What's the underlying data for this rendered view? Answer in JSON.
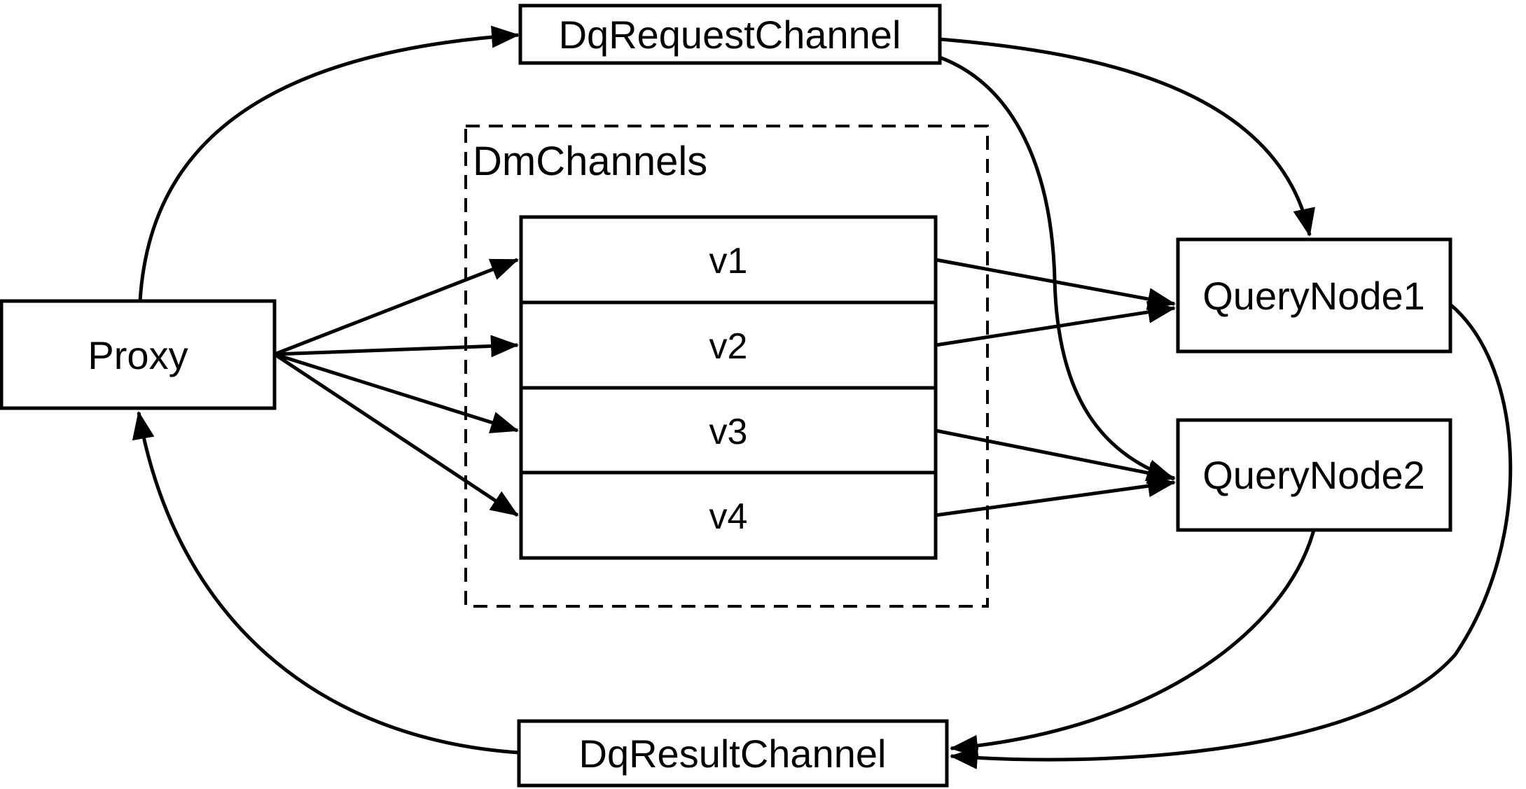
{
  "diagram": {
    "background_color": "#ffffff",
    "stroke_color": "#000000",
    "nodes": {
      "proxy": {
        "label": "Proxy"
      },
      "dq_request_channel": {
        "label": "DqRequestChannel"
      },
      "dm_channels_group": {
        "label": "DmChannels"
      },
      "channels": [
        {
          "label": "v1"
        },
        {
          "label": "v2"
        },
        {
          "label": "v3"
        },
        {
          "label": "v4"
        }
      ],
      "query_node_1": {
        "label": "QueryNode1"
      },
      "query_node_2": {
        "label": "QueryNode2"
      },
      "dq_result_channel": {
        "label": "DqResultChannel"
      }
    },
    "edges": [
      {
        "from": "Proxy",
        "to": "DqRequestChannel"
      },
      {
        "from": "DqRequestChannel",
        "to": "QueryNode1"
      },
      {
        "from": "DqRequestChannel",
        "to": "QueryNode2"
      },
      {
        "from": "Proxy",
        "to": "v1"
      },
      {
        "from": "Proxy",
        "to": "v2"
      },
      {
        "from": "Proxy",
        "to": "v3"
      },
      {
        "from": "Proxy",
        "to": "v4"
      },
      {
        "from": "v1",
        "to": "QueryNode1"
      },
      {
        "from": "v2",
        "to": "QueryNode1"
      },
      {
        "from": "v3",
        "to": "QueryNode2"
      },
      {
        "from": "v4",
        "to": "QueryNode2"
      },
      {
        "from": "QueryNode1",
        "to": "DqResultChannel"
      },
      {
        "from": "QueryNode2",
        "to": "DqResultChannel"
      },
      {
        "from": "DqResultChannel",
        "to": "Proxy"
      }
    ]
  }
}
